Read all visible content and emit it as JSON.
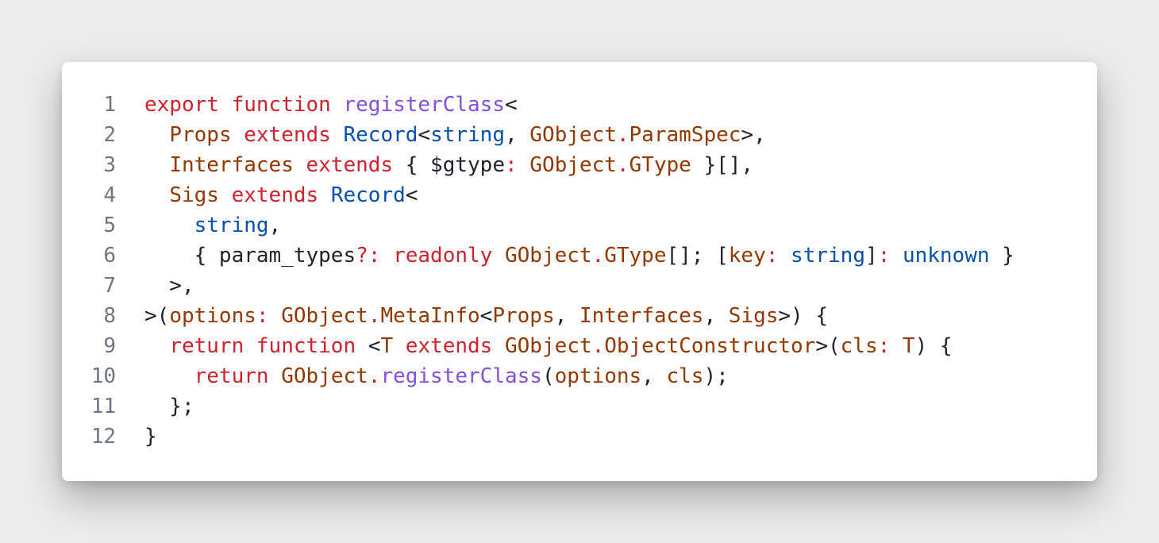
{
  "colors": {
    "keyword": "#cf222e",
    "function": "#8250df",
    "type": "#953800",
    "builtin": "#0550ae",
    "plain": "#1f2328",
    "line_number": "#6e7781"
  },
  "code": {
    "lines": [
      {
        "num": "1",
        "tokens": [
          {
            "t": "kw",
            "v": "export"
          },
          {
            "t": "pl",
            "v": " "
          },
          {
            "t": "kw",
            "v": "function"
          },
          {
            "t": "pl",
            "v": " "
          },
          {
            "t": "fn",
            "v": "registerClass"
          },
          {
            "t": "pl",
            "v": "<"
          }
        ]
      },
      {
        "num": "2",
        "tokens": [
          {
            "t": "pl",
            "v": "  "
          },
          {
            "t": "ty",
            "v": "Props"
          },
          {
            "t": "pl",
            "v": " "
          },
          {
            "t": "kw",
            "v": "extends"
          },
          {
            "t": "pl",
            "v": " "
          },
          {
            "t": "bi",
            "v": "Record"
          },
          {
            "t": "pl",
            "v": "<"
          },
          {
            "t": "bi",
            "v": "string"
          },
          {
            "t": "pl",
            "v": ", "
          },
          {
            "t": "ty",
            "v": "GObject"
          },
          {
            "t": "kw",
            "v": "."
          },
          {
            "t": "ty",
            "v": "ParamSpec"
          },
          {
            "t": "pl",
            "v": ">,"
          }
        ]
      },
      {
        "num": "3",
        "tokens": [
          {
            "t": "pl",
            "v": "  "
          },
          {
            "t": "ty",
            "v": "Interfaces"
          },
          {
            "t": "pl",
            "v": " "
          },
          {
            "t": "kw",
            "v": "extends"
          },
          {
            "t": "pl",
            "v": " { $gtype"
          },
          {
            "t": "kw",
            "v": ":"
          },
          {
            "t": "pl",
            "v": " "
          },
          {
            "t": "ty",
            "v": "GObject"
          },
          {
            "t": "kw",
            "v": "."
          },
          {
            "t": "ty",
            "v": "GType"
          },
          {
            "t": "pl",
            "v": " }[],"
          }
        ]
      },
      {
        "num": "4",
        "tokens": [
          {
            "t": "pl",
            "v": "  "
          },
          {
            "t": "ty",
            "v": "Sigs"
          },
          {
            "t": "pl",
            "v": " "
          },
          {
            "t": "kw",
            "v": "extends"
          },
          {
            "t": "pl",
            "v": " "
          },
          {
            "t": "bi",
            "v": "Record"
          },
          {
            "t": "pl",
            "v": "<"
          }
        ]
      },
      {
        "num": "5",
        "tokens": [
          {
            "t": "pl",
            "v": "    "
          },
          {
            "t": "bi",
            "v": "string"
          },
          {
            "t": "pl",
            "v": ","
          }
        ]
      },
      {
        "num": "6",
        "tokens": [
          {
            "t": "pl",
            "v": "    { param_types"
          },
          {
            "t": "kw",
            "v": "?:"
          },
          {
            "t": "pl",
            "v": " "
          },
          {
            "t": "kw",
            "v": "readonly"
          },
          {
            "t": "pl",
            "v": " "
          },
          {
            "t": "ty",
            "v": "GObject"
          },
          {
            "t": "kw",
            "v": "."
          },
          {
            "t": "ty",
            "v": "GType"
          },
          {
            "t": "pl",
            "v": "[]; ["
          },
          {
            "t": "ty",
            "v": "key"
          },
          {
            "t": "kw",
            "v": ":"
          },
          {
            "t": "pl",
            "v": " "
          },
          {
            "t": "bi",
            "v": "string"
          },
          {
            "t": "pl",
            "v": "]"
          },
          {
            "t": "kw",
            "v": ":"
          },
          {
            "t": "pl",
            "v": " "
          },
          {
            "t": "bi",
            "v": "unknown"
          },
          {
            "t": "pl",
            "v": " }"
          }
        ]
      },
      {
        "num": "7",
        "tokens": [
          {
            "t": "pl",
            "v": "  >,"
          }
        ]
      },
      {
        "num": "8",
        "tokens": [
          {
            "t": "pl",
            "v": ">("
          },
          {
            "t": "ty",
            "v": "options"
          },
          {
            "t": "kw",
            "v": ":"
          },
          {
            "t": "pl",
            "v": " "
          },
          {
            "t": "ty",
            "v": "GObject"
          },
          {
            "t": "kw",
            "v": "."
          },
          {
            "t": "ty",
            "v": "MetaInfo"
          },
          {
            "t": "pl",
            "v": "<"
          },
          {
            "t": "ty",
            "v": "Props"
          },
          {
            "t": "pl",
            "v": ", "
          },
          {
            "t": "ty",
            "v": "Interfaces"
          },
          {
            "t": "pl",
            "v": ", "
          },
          {
            "t": "ty",
            "v": "Sigs"
          },
          {
            "t": "pl",
            "v": ">) {"
          }
        ]
      },
      {
        "num": "9",
        "tokens": [
          {
            "t": "pl",
            "v": "  "
          },
          {
            "t": "kw",
            "v": "return"
          },
          {
            "t": "pl",
            "v": " "
          },
          {
            "t": "kw",
            "v": "function"
          },
          {
            "t": "pl",
            "v": " <"
          },
          {
            "t": "ty",
            "v": "T"
          },
          {
            "t": "pl",
            "v": " "
          },
          {
            "t": "kw",
            "v": "extends"
          },
          {
            "t": "pl",
            "v": " "
          },
          {
            "t": "ty",
            "v": "GObject"
          },
          {
            "t": "kw",
            "v": "."
          },
          {
            "t": "ty",
            "v": "ObjectConstructor"
          },
          {
            "t": "pl",
            "v": ">("
          },
          {
            "t": "ty",
            "v": "cls"
          },
          {
            "t": "kw",
            "v": ":"
          },
          {
            "t": "pl",
            "v": " "
          },
          {
            "t": "ty",
            "v": "T"
          },
          {
            "t": "pl",
            "v": ") {"
          }
        ]
      },
      {
        "num": "10",
        "tokens": [
          {
            "t": "pl",
            "v": "    "
          },
          {
            "t": "kw",
            "v": "return"
          },
          {
            "t": "pl",
            "v": " "
          },
          {
            "t": "ty",
            "v": "GObject"
          },
          {
            "t": "kw",
            "v": "."
          },
          {
            "t": "fn",
            "v": "registerClass"
          },
          {
            "t": "pl",
            "v": "("
          },
          {
            "t": "ty",
            "v": "options"
          },
          {
            "t": "pl",
            "v": ", "
          },
          {
            "t": "ty",
            "v": "cls"
          },
          {
            "t": "pl",
            "v": ");"
          }
        ]
      },
      {
        "num": "11",
        "tokens": [
          {
            "t": "pl",
            "v": "  };"
          }
        ]
      },
      {
        "num": "12",
        "tokens": [
          {
            "t": "pl",
            "v": "}"
          }
        ]
      }
    ]
  }
}
